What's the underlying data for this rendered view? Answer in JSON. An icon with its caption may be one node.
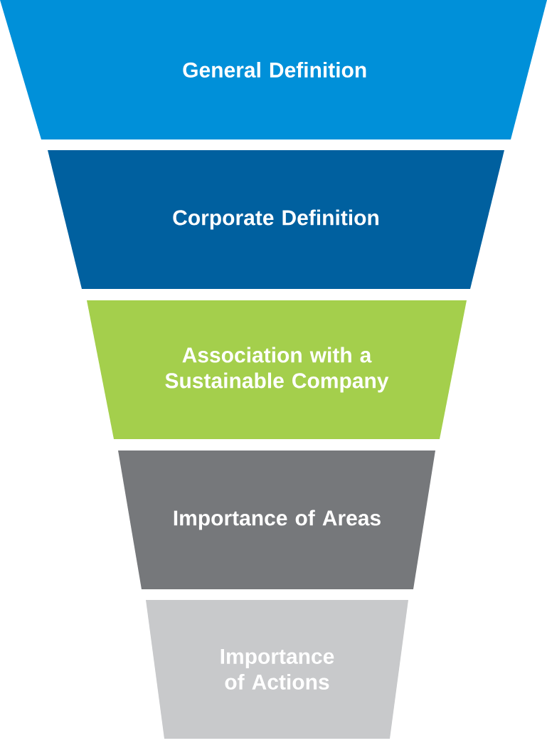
{
  "diagram": {
    "nodes": [
      {
        "text": [
          "General Definition"
        ]
      },
      {
        "text": [
          "Corporate Definition"
        ]
      },
      {
        "text": [
          "Association with a Sustainable Company"
        ]
      },
      {
        "text": [
          "Importance of Areas"
        ]
      },
      {
        "text": [
          "Importance of Actions"
        ]
      }
    ]
  }
}
